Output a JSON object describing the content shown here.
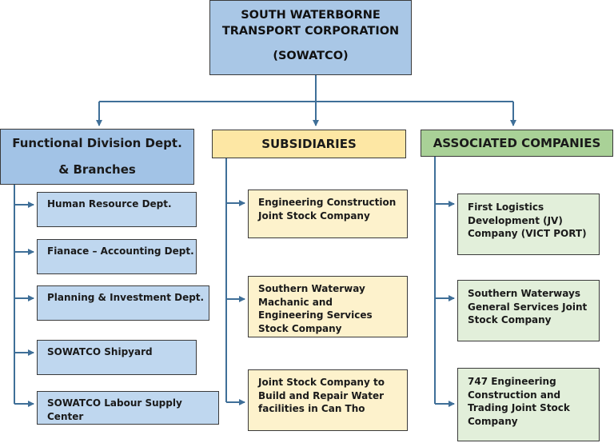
{
  "root": {
    "line1": "SOUTH WATERBORNE",
    "line2": "TRANSPORT CORPORATION",
    "line3": "(SOWATCO)"
  },
  "columns": {
    "functional": {
      "header_line1": "Functional Division Dept.",
      "header_line2": "& Branches",
      "items": [
        "Human Resource Dept.",
        "Fianace – Accounting Dept.",
        "Planning & Investment Dept.",
        "SOWATCO Shipyard",
        "SOWATCO Labour Supply Center"
      ]
    },
    "subsidiaries": {
      "header": "SUBSIDIARIES",
      "items": [
        "Engineering    Construction Joint Stock Company",
        "Southern Waterway Machanic and Engineering Services Stock Company",
        "Joint Stock Company to Build and Repair Water facilities in Can Tho"
      ]
    },
    "associated": {
      "header": "ASSOCIATED COMPANIES",
      "items": [
        "First Logistics Development (JV) Company (VICT PORT)",
        "Southern Waterways General Services Joint Stock Company",
        "747 Engineering Construction and Trading Joint Stock Company"
      ]
    }
  },
  "colors": {
    "connector": "#3f6f98",
    "root_fill": "#a9c7e6",
    "functional_fill": "#a2c3e6",
    "functional_item_fill": "#bfd7ef",
    "subsidiary_fill": "#fde7a4",
    "subsidiary_item_fill": "#fdf2cc",
    "associated_fill": "#a9d197",
    "associated_item_fill": "#e2efda"
  }
}
